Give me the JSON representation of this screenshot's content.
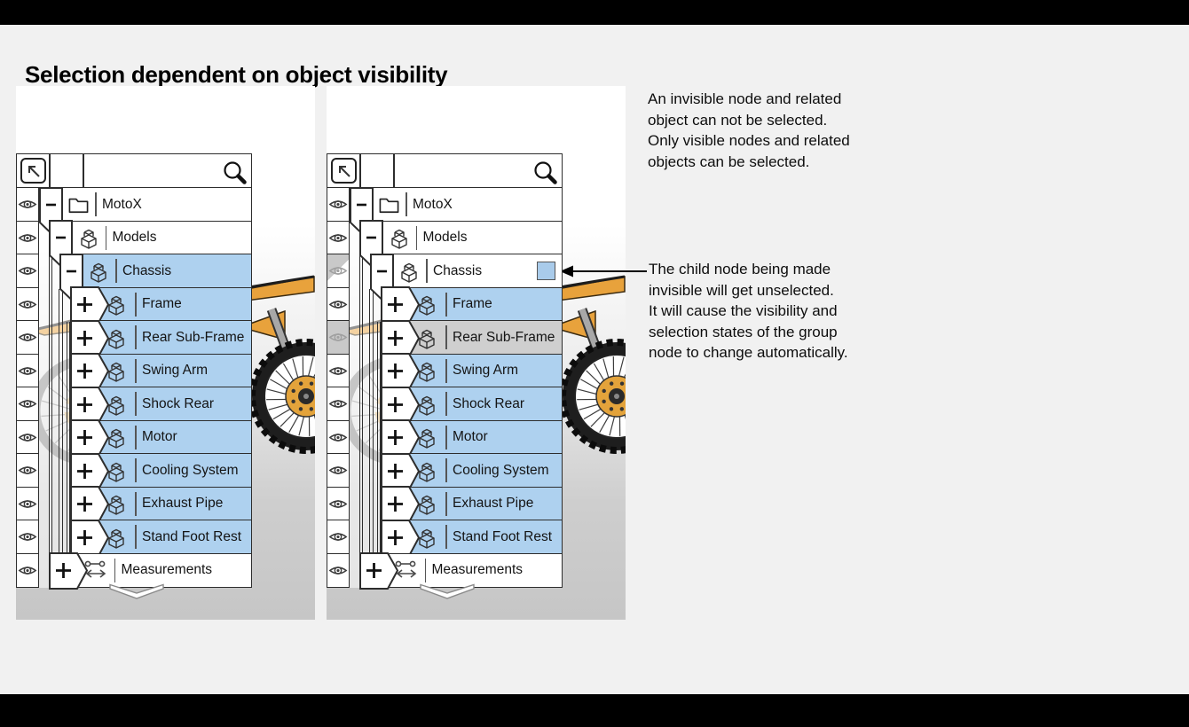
{
  "page": {
    "title": "Selection dependent on object visibility",
    "background": "#f1f1f1",
    "top_bar_color": "#000000",
    "bottom_bar_color": "#000000"
  },
  "annotations": {
    "note1": "An invisible node and related\nobject can not be selected.\nOnly visible nodes and related\nobjects can be selected.",
    "note2": "The child node being made\ninvisible will get unselected.\nIt will cause the visibility and\nselection states of the group\nnode to change automatically."
  },
  "toolbar": {
    "select_tool_icon": "select-arrow-icon",
    "search_icon": "magnifier-icon",
    "search_value": ""
  },
  "tree_rows": [
    {
      "label": "MotoX",
      "level": 0,
      "icon": "folder",
      "expand": "expanded"
    },
    {
      "label": "Models",
      "level": 1,
      "icon": "assembly",
      "expand": "expanded"
    },
    {
      "label": "Chassis",
      "level": 2,
      "icon": "assembly",
      "expand": "expanded"
    },
    {
      "label": "Frame",
      "level": 3,
      "icon": "assembly",
      "expand": "collapsed"
    },
    {
      "label": "Rear Sub-Frame",
      "level": 3,
      "icon": "assembly",
      "expand": "collapsed"
    },
    {
      "label": "Swing Arm",
      "level": 3,
      "icon": "assembly",
      "expand": "collapsed"
    },
    {
      "label": "Shock Rear",
      "level": 3,
      "icon": "assembly",
      "expand": "collapsed"
    },
    {
      "label": "Motor",
      "level": 3,
      "icon": "assembly",
      "expand": "collapsed"
    },
    {
      "label": "Cooling System",
      "level": 3,
      "icon": "assembly",
      "expand": "collapsed"
    },
    {
      "label": "Exhaust Pipe",
      "level": 3,
      "icon": "assembly",
      "expand": "collapsed"
    },
    {
      "label": "Stand Foot Rest",
      "level": 3,
      "icon": "assembly",
      "expand": "collapsed"
    },
    {
      "label": "Measurements",
      "level": 1,
      "icon": "measurement",
      "expand": "collapsed"
    }
  ],
  "panel_left": {
    "name": "all-visible-children-selected",
    "row_states": [
      "plain",
      "plain",
      "selected",
      "selected",
      "selected",
      "selected",
      "selected",
      "selected",
      "selected",
      "selected",
      "selected",
      "plain"
    ],
    "eye_states": [
      "on",
      "on",
      "on",
      "on",
      "on",
      "on",
      "on",
      "on",
      "on",
      "on",
      "on",
      "on"
    ],
    "swatch_row": -1
  },
  "panel_right": {
    "name": "hidden-child-unselected",
    "row_states": [
      "plain",
      "plain",
      "plain",
      "selected",
      "hidden",
      "selected",
      "selected",
      "selected",
      "selected",
      "selected",
      "selected",
      "plain"
    ],
    "eye_states": [
      "on",
      "on",
      "partial",
      "on",
      "off",
      "on",
      "on",
      "on",
      "on",
      "on",
      "on",
      "on"
    ],
    "swatch_row": 2
  },
  "colors": {
    "selected_blue": "#aed1ef",
    "hidden_gray": "#cfcfcf",
    "swatch_blue": "#a9cbea",
    "row_border": "#2d2d2d",
    "bike_orange": "#e8a23c",
    "panel_bottom_gray": "#c6c6c6"
  }
}
